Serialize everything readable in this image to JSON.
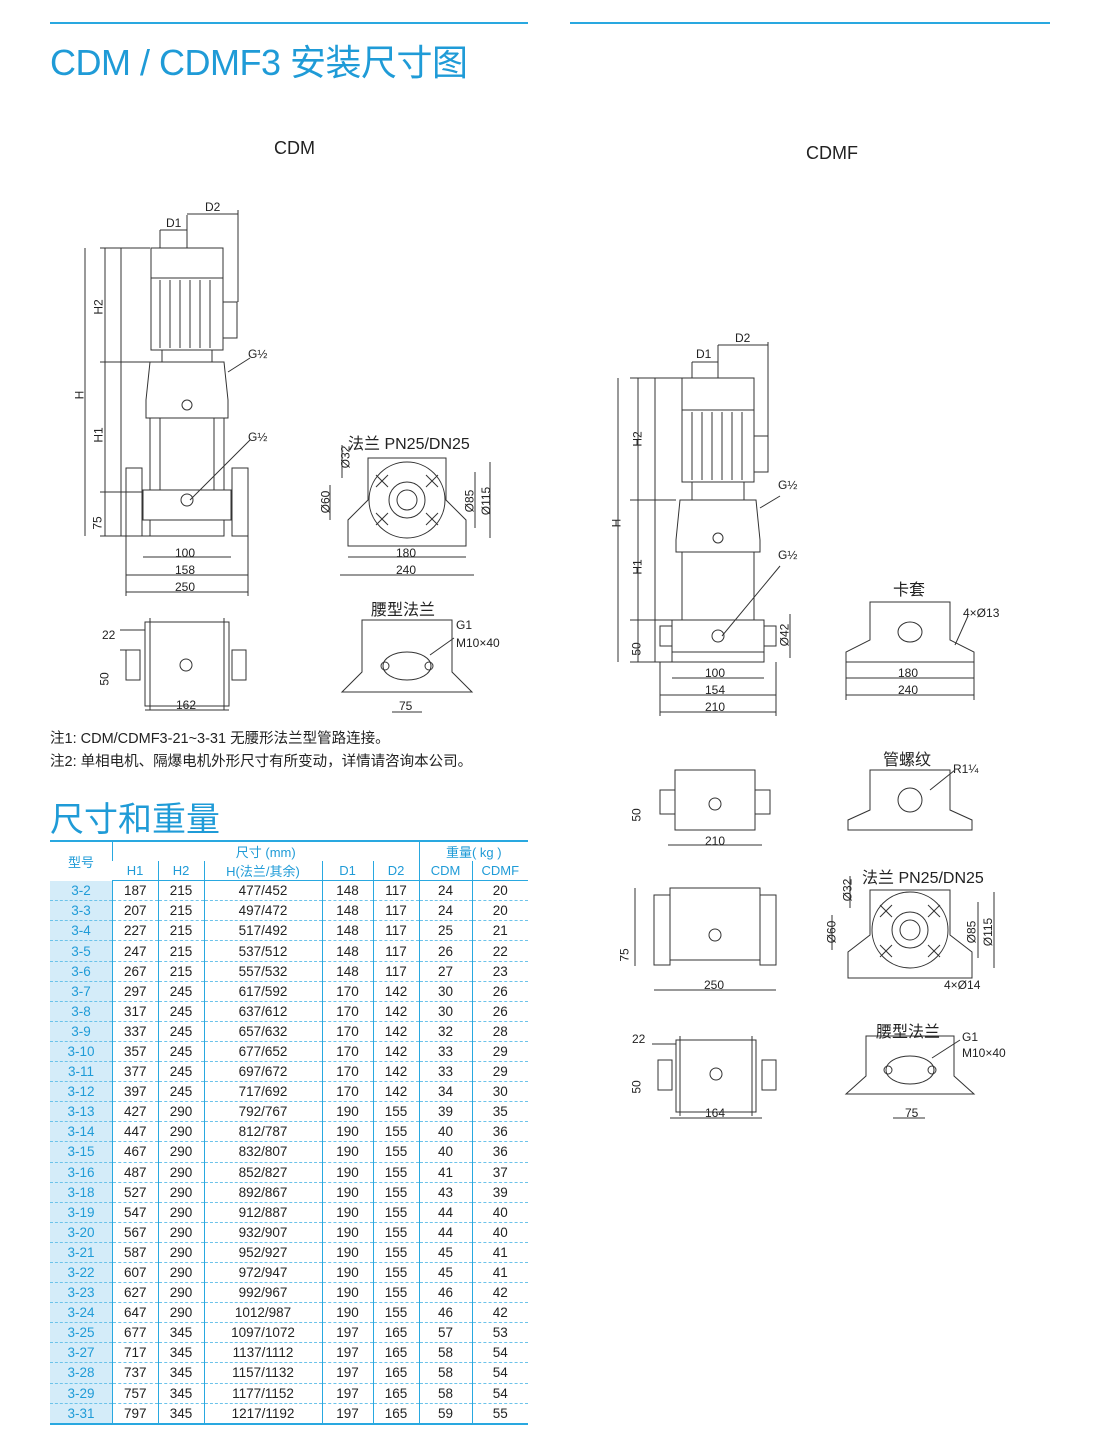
{
  "page": {
    "title": "CDM / CDMF3 安装尺寸图",
    "cdm_label": "CDM",
    "cdmf_label": "CDMF",
    "flange_label_left": "法兰 PN25/DN25",
    "waist_flange_left": "腰型法兰",
    "card_sleeve": "卡套",
    "pipe_thread": "管螺纹",
    "flange_label_right": "法兰 PN25/DN25",
    "waist_flange_right": "腰型法兰",
    "note1": "注1: CDM/CDMF3-21~3-31 无腰形法兰型管路连接。",
    "note2": "注2: 单相电机、隔爆电机外形尺寸有所变动，详情请咨询本公司。",
    "section_title": "尺寸和重量"
  },
  "dims": {
    "d1": "D1",
    "d2": "D2",
    "h": "H",
    "h1": "H1",
    "h2": "H2",
    "g_half": "G½",
    "g1": "G1",
    "m10x40": "M10×40",
    "r1_4": "R1¼",
    "phi32": "Ø32",
    "phi60": "Ø60",
    "phi85": "Ø85",
    "phi115": "Ø115",
    "phi42": "Ø42",
    "n4phi13": "4×Ø13",
    "n4phi14": "4×Ø14",
    "v75": "75",
    "v100": "100",
    "v158": "158",
    "v250": "250",
    "v180": "180",
    "v240": "240",
    "v22": "22",
    "v50": "50",
    "v162": "162",
    "v154": "154",
    "v210": "210",
    "v164": "164"
  },
  "table": {
    "col_model": "型号",
    "col_size": "尺寸 (mm)",
    "col_weight": "重量( kg )",
    "sub": [
      "H1",
      "H2",
      "H(法兰/其余)",
      "D1",
      "D2",
      "CDM",
      "CDMF"
    ],
    "rows": [
      [
        "3-2",
        "187",
        "215",
        "477/452",
        "148",
        "117",
        "24",
        "20"
      ],
      [
        "3-3",
        "207",
        "215",
        "497/472",
        "148",
        "117",
        "24",
        "20"
      ],
      [
        "3-4",
        "227",
        "215",
        "517/492",
        "148",
        "117",
        "25",
        "21"
      ],
      [
        "3-5",
        "247",
        "215",
        "537/512",
        "148",
        "117",
        "26",
        "22"
      ],
      [
        "3-6",
        "267",
        "215",
        "557/532",
        "148",
        "117",
        "27",
        "23"
      ],
      [
        "3-7",
        "297",
        "245",
        "617/592",
        "170",
        "142",
        "30",
        "26"
      ],
      [
        "3-8",
        "317",
        "245",
        "637/612",
        "170",
        "142",
        "30",
        "26"
      ],
      [
        "3-9",
        "337",
        "245",
        "657/632",
        "170",
        "142",
        "32",
        "28"
      ],
      [
        "3-10",
        "357",
        "245",
        "677/652",
        "170",
        "142",
        "33",
        "29"
      ],
      [
        "3-11",
        "377",
        "245",
        "697/672",
        "170",
        "142",
        "33",
        "29"
      ],
      [
        "3-12",
        "397",
        "245",
        "717/692",
        "170",
        "142",
        "34",
        "30"
      ],
      [
        "3-13",
        "427",
        "290",
        "792/767",
        "190",
        "155",
        "39",
        "35"
      ],
      [
        "3-14",
        "447",
        "290",
        "812/787",
        "190",
        "155",
        "40",
        "36"
      ],
      [
        "3-15",
        "467",
        "290",
        "832/807",
        "190",
        "155",
        "40",
        "36"
      ],
      [
        "3-16",
        "487",
        "290",
        "852/827",
        "190",
        "155",
        "41",
        "37"
      ],
      [
        "3-18",
        "527",
        "290",
        "892/867",
        "190",
        "155",
        "43",
        "39"
      ],
      [
        "3-19",
        "547",
        "290",
        "912/887",
        "190",
        "155",
        "44",
        "40"
      ],
      [
        "3-20",
        "567",
        "290",
        "932/907",
        "190",
        "155",
        "44",
        "40"
      ],
      [
        "3-21",
        "587",
        "290",
        "952/927",
        "190",
        "155",
        "45",
        "41"
      ],
      [
        "3-22",
        "607",
        "290",
        "972/947",
        "190",
        "155",
        "45",
        "41"
      ],
      [
        "3-23",
        "627",
        "290",
        "992/967",
        "190",
        "155",
        "46",
        "42"
      ],
      [
        "3-24",
        "647",
        "290",
        "1012/987",
        "190",
        "155",
        "46",
        "42"
      ],
      [
        "3-25",
        "677",
        "345",
        "1097/1072",
        "197",
        "165",
        "57",
        "53"
      ],
      [
        "3-27",
        "717",
        "345",
        "1137/1112",
        "197",
        "165",
        "58",
        "54"
      ],
      [
        "3-28",
        "737",
        "345",
        "1157/1132",
        "197",
        "165",
        "58",
        "54"
      ],
      [
        "3-29",
        "757",
        "345",
        "1177/1152",
        "197",
        "165",
        "58",
        "54"
      ],
      [
        "3-31",
        "797",
        "345",
        "1217/1192",
        "197",
        "165",
        "59",
        "55"
      ]
    ]
  }
}
